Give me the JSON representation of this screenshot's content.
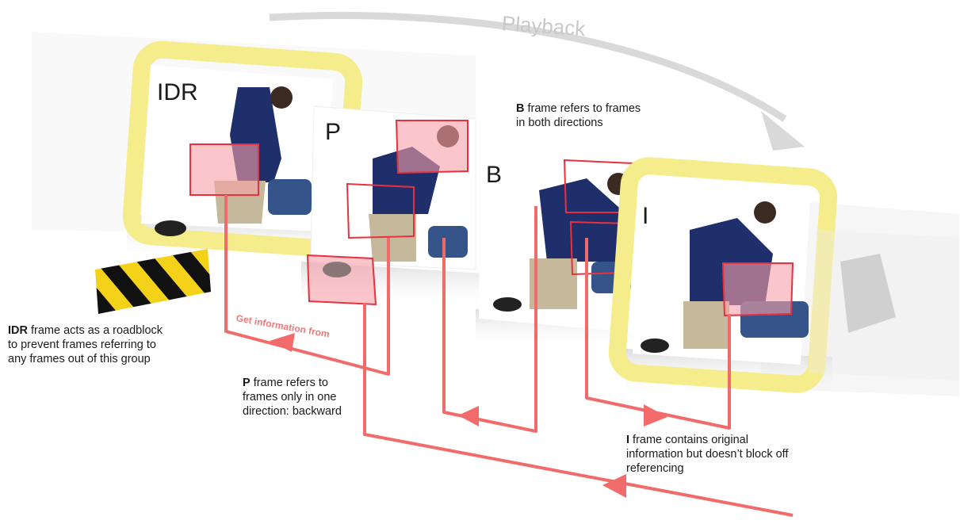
{
  "title_arc": {
    "label": "Playback"
  },
  "frames": [
    {
      "id": "idr",
      "label": "IDR"
    },
    {
      "id": "p",
      "label": "P"
    },
    {
      "id": "b",
      "label": "B"
    },
    {
      "id": "i",
      "label": "I"
    }
  ],
  "arrow_label": "Get information from",
  "notes": {
    "idr": {
      "bold": "IDR",
      "line1": " frame acts as a roadblock",
      "line2": "to prevent frames referring to",
      "line3": "any frames out of this group"
    },
    "p": {
      "bold": "P",
      "line1": " frame refers to",
      "line2": "frames only in one",
      "line3": "direction: backward"
    },
    "b": {
      "bold": "B",
      "line1": " frame refers to frames",
      "line2": "in both directions"
    },
    "i": {
      "bold": "I",
      "line1": " frame contains original",
      "line2": "information but doesn’t block off",
      "line3": "referencing"
    }
  },
  "colors": {
    "highlight_yellow": "#f5ec8c",
    "reference_red": "#f26b6b",
    "region_fill": "#f7a0a8",
    "region_stroke": "#e8313f",
    "shirt": "#1f2f6b",
    "pants": "#c6b89a",
    "bag": "#35558a"
  }
}
